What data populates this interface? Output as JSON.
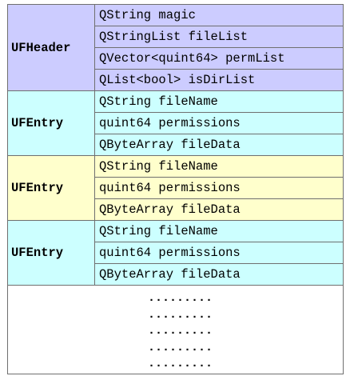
{
  "header": {
    "label": "UFHeader",
    "fields": [
      "QString magic",
      "QStringList fileList",
      "QVector<quint64> permList",
      "QList<bool> isDirList"
    ]
  },
  "entries": [
    {
      "label": "UFEntry",
      "fields": [
        "QString fileName",
        "quint64 permissions",
        "QByteArray fileData"
      ]
    },
    {
      "label": "UFEntry",
      "fields": [
        "QString fileName",
        "quint64 permissions",
        "QByteArray fileData"
      ]
    },
    {
      "label": "UFEntry",
      "fields": [
        "QString fileName",
        "quint64 permissions",
        "QByteArray fileData"
      ]
    }
  ],
  "continuation": {
    "lines": [
      ".........",
      ".........",
      ".........",
      ".........",
      "........."
    ]
  },
  "colors": {
    "header": "#ccccff",
    "entry_cyan": "#ccffff",
    "entry_yellow": "#ffffcc",
    "border": "#6f6f6f"
  }
}
